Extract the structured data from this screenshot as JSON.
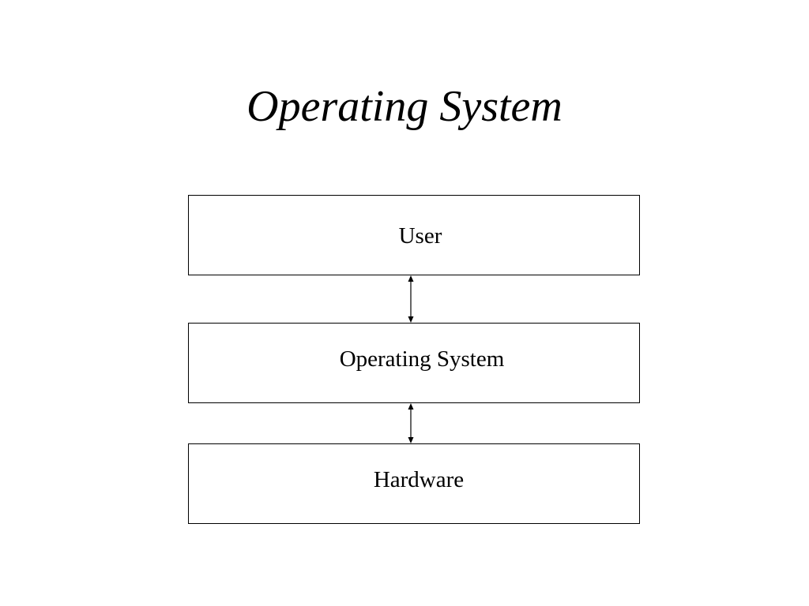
{
  "title": "Operating System",
  "layers": [
    {
      "label": "User"
    },
    {
      "label": "Operating System"
    },
    {
      "label": "Hardware"
    }
  ],
  "connections": [
    {
      "from": "User",
      "to": "Operating System",
      "direction": "bidirectional"
    },
    {
      "from": "Operating System",
      "to": "Hardware",
      "direction": "bidirectional"
    }
  ],
  "colors": {
    "background": "#ffffff",
    "stroke": "#000000",
    "text": "#000000"
  }
}
